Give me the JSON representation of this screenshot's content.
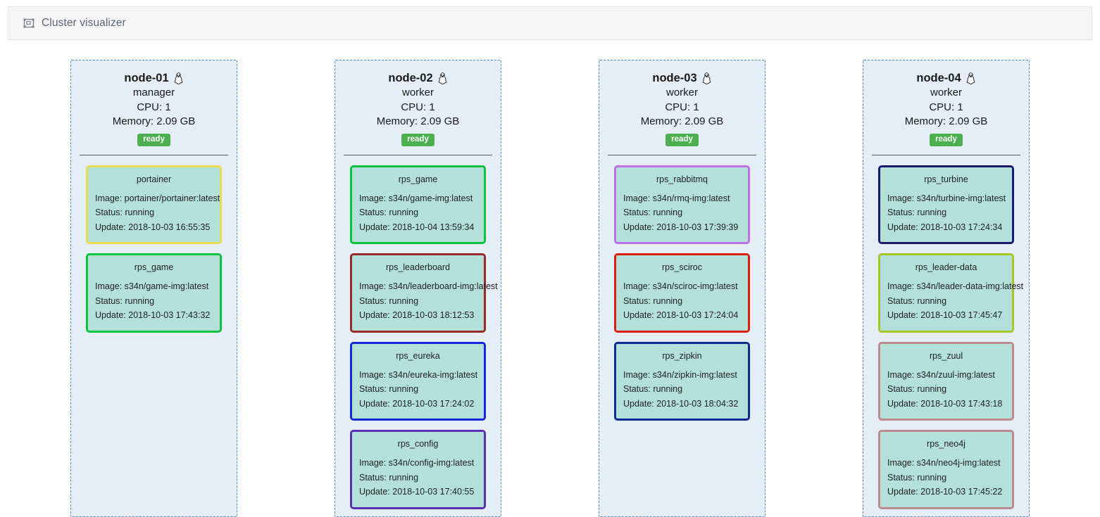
{
  "header": {
    "icon": "cluster-diagram-icon",
    "title": "Cluster visualizer"
  },
  "labels": {
    "cpu_prefix": "CPU: ",
    "memory_prefix": "Memory: ",
    "image_prefix": "Image: ",
    "status_prefix": "Status: ",
    "update_prefix": "Update: ",
    "os_icon": "linux-penguin-icon"
  },
  "colors": {
    "node_panel_bg": "#e5edf7",
    "node_panel_border": "#4a90c4",
    "service_bg": "#b3e1da",
    "badge_ready_bg": "#4cb050",
    "header_bg": "#f6f6f6",
    "header_text": "#5b6572"
  },
  "nodes": [
    {
      "name": "node-01",
      "role": "manager",
      "cpu": "1",
      "memory": "2.09 GB",
      "status": "ready",
      "services": [
        {
          "name": "portainer",
          "image": "portainer/portainer:latest",
          "status": "running",
          "update": "2018-10-03 16:55:35",
          "border_color": "#e8dc52"
        },
        {
          "name": "rps_game",
          "image": "s34n/game-img:latest",
          "status": "running",
          "update": "2018-10-03 17:43:32",
          "border_color": "#09c23e"
        }
      ]
    },
    {
      "name": "node-02",
      "role": "worker",
      "cpu": "1",
      "memory": "2.09 GB",
      "status": "ready",
      "services": [
        {
          "name": "rps_game",
          "image": "s34n/game-img:latest",
          "status": "running",
          "update": "2018-10-04 13:59:34",
          "border_color": "#09c23e"
        },
        {
          "name": "rps_leaderboard",
          "image": "s34n/leaderboard-img:latest",
          "status": "running",
          "update": "2018-10-03 18:12:53",
          "border_color": "#992a2a"
        },
        {
          "name": "rps_eureka",
          "image": "s34n/eureka-img:latest",
          "status": "running",
          "update": "2018-10-03 17:24:02",
          "border_color": "#1328d8"
        },
        {
          "name": "rps_config",
          "image": "s34n/config-img:latest",
          "status": "running",
          "update": "2018-10-03 17:40:55",
          "border_color": "#5b2fb5"
        }
      ]
    },
    {
      "name": "node-03",
      "role": "worker",
      "cpu": "1",
      "memory": "2.09 GB",
      "status": "ready",
      "services": [
        {
          "name": "rps_rabbitmq",
          "image": "s34n/rmq-img:latest",
          "status": "running",
          "update": "2018-10-03 17:39:39",
          "border_color": "#bd6ee8"
        },
        {
          "name": "rps_sciroc",
          "image": "s34n/sciroc-img:latest",
          "status": "running",
          "update": "2018-10-03 17:24:04",
          "border_color": "#e01b10"
        },
        {
          "name": "rps_zipkin",
          "image": "s34n/zipkin-img:latest",
          "status": "running",
          "update": "2018-10-03 18:04:32",
          "border_color": "#0c2a8f"
        }
      ]
    },
    {
      "name": "node-04",
      "role": "worker",
      "cpu": "1",
      "memory": "2.09 GB",
      "status": "ready",
      "services": [
        {
          "name": "rps_turbine",
          "image": "s34n/turbine-img:latest",
          "status": "running",
          "update": "2018-10-03 17:24:34",
          "border_color": "#1b1b6e"
        },
        {
          "name": "rps_leader-data",
          "image": "s34n/leader-data-img:latest",
          "status": "running",
          "update": "2018-10-03 17:45:47",
          "border_color": "#a8c425"
        },
        {
          "name": "rps_zuul",
          "image": "s34n/zuul-img:latest",
          "status": "running",
          "update": "2018-10-03 17:43:18",
          "border_color": "#bd8b8f"
        },
        {
          "name": "rps_neo4j",
          "image": "s34n/neo4j-img:latest",
          "status": "running",
          "update": "2018-10-03 17:45:22",
          "border_color": "#bd8b8f"
        }
      ]
    }
  ]
}
